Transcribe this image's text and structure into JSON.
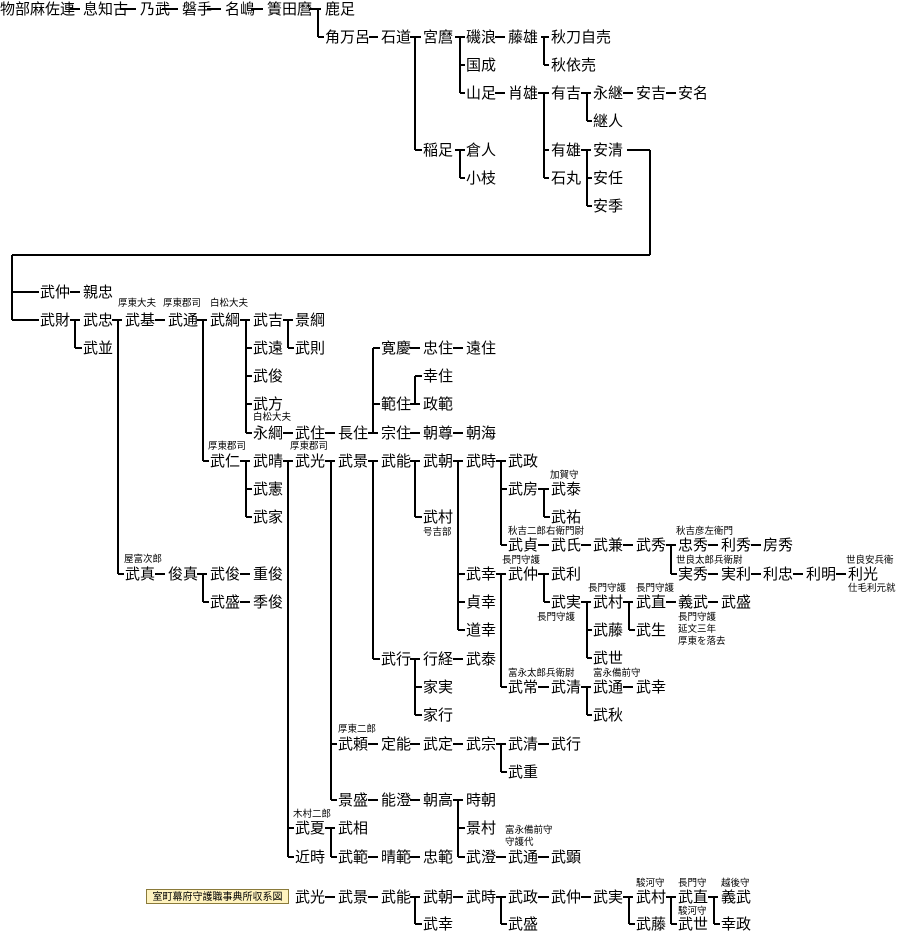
{
  "source_label": "室町幕府守護職事典所収系図",
  "nodes": [
    {
      "id": "n1",
      "name": "物部麻佐連"
    },
    {
      "id": "n2",
      "name": "息知古"
    },
    {
      "id": "n3",
      "name": "乃武"
    },
    {
      "id": "n4",
      "name": "磐手"
    },
    {
      "id": "n5",
      "name": "名嶋"
    },
    {
      "id": "n6",
      "name": "簀田麿"
    },
    {
      "id": "n7",
      "name": "鹿足"
    },
    {
      "id": "n8",
      "name": "角万呂"
    },
    {
      "id": "n9",
      "name": "石道"
    },
    {
      "id": "n10",
      "name": "宮麿"
    },
    {
      "id": "n11",
      "name": "磯浪"
    },
    {
      "id": "n12",
      "name": "藤雄"
    },
    {
      "id": "n13",
      "name": "秋刀自売"
    },
    {
      "id": "n14",
      "name": "秋依売"
    },
    {
      "id": "n15",
      "name": "国成"
    },
    {
      "id": "n16",
      "name": "山足"
    },
    {
      "id": "n17",
      "name": "肖雄"
    },
    {
      "id": "n18",
      "name": "有吉"
    },
    {
      "id": "n19",
      "name": "永継"
    },
    {
      "id": "n20",
      "name": "安吉"
    },
    {
      "id": "n21",
      "name": "安名"
    },
    {
      "id": "n22",
      "name": "継人"
    },
    {
      "id": "n23",
      "name": "稲足"
    },
    {
      "id": "n24",
      "name": "倉人"
    },
    {
      "id": "n25",
      "name": "小枝"
    },
    {
      "id": "n26",
      "name": "有雄"
    },
    {
      "id": "n27",
      "name": "安清"
    },
    {
      "id": "n28",
      "name": "石丸"
    },
    {
      "id": "n29",
      "name": "安任"
    },
    {
      "id": "n30",
      "name": "安季"
    },
    {
      "id": "n31",
      "name": "武仲"
    },
    {
      "id": "n32",
      "name": "親忠"
    },
    {
      "id": "n33",
      "name": "武財"
    },
    {
      "id": "n34",
      "name": "武忠"
    },
    {
      "id": "n35",
      "name": "武基"
    },
    {
      "id": "n36",
      "name": "武通"
    },
    {
      "id": "n37",
      "name": "武綱"
    },
    {
      "id": "n38",
      "name": "武吉"
    },
    {
      "id": "n39",
      "name": "景綱"
    },
    {
      "id": "n40",
      "name": "武則"
    },
    {
      "id": "n41",
      "name": "武遠"
    },
    {
      "id": "n42",
      "name": "武俊"
    },
    {
      "id": "n43",
      "name": "武方"
    },
    {
      "id": "n44",
      "name": "永綱"
    },
    {
      "id": "n45",
      "name": "武住"
    },
    {
      "id": "n46",
      "name": "長住"
    },
    {
      "id": "n47",
      "name": "武並"
    },
    {
      "id": "n48",
      "name": "寛慶"
    },
    {
      "id": "n49",
      "name": "忠住"
    },
    {
      "id": "n50",
      "name": "遠住"
    },
    {
      "id": "n51",
      "name": "範住"
    },
    {
      "id": "n52",
      "name": "幸住"
    },
    {
      "id": "n53",
      "name": "政範"
    },
    {
      "id": "n54",
      "name": "宗住"
    },
    {
      "id": "n55",
      "name": "朝尊"
    },
    {
      "id": "n56",
      "name": "朝海"
    },
    {
      "id": "n57",
      "name": "武仁"
    },
    {
      "id": "n58",
      "name": "武晴"
    },
    {
      "id": "n59",
      "name": "武光"
    },
    {
      "id": "n60",
      "name": "武景"
    },
    {
      "id": "n61",
      "name": "武能"
    },
    {
      "id": "n62",
      "name": "武朝"
    },
    {
      "id": "n63",
      "name": "武時"
    },
    {
      "id": "n64",
      "name": "武政"
    },
    {
      "id": "n65",
      "name": "武憲"
    },
    {
      "id": "n66",
      "name": "武房"
    },
    {
      "id": "n67",
      "name": "武泰"
    },
    {
      "id": "n68",
      "name": "武家"
    },
    {
      "id": "n69",
      "name": "武祐"
    },
    {
      "id": "n70",
      "name": "武村"
    },
    {
      "id": "n71",
      "name": "武貞"
    },
    {
      "id": "n72",
      "name": "武氏"
    },
    {
      "id": "n73",
      "name": "武兼"
    },
    {
      "id": "n74",
      "name": "武秀"
    },
    {
      "id": "n75",
      "name": "忠秀"
    },
    {
      "id": "n76",
      "name": "利秀"
    },
    {
      "id": "n77",
      "name": "房秀"
    },
    {
      "id": "n78",
      "name": "実秀"
    },
    {
      "id": "n79",
      "name": "実利"
    },
    {
      "id": "n80",
      "name": "利忠"
    },
    {
      "id": "n81",
      "name": "利明"
    },
    {
      "id": "n82",
      "name": "利光"
    },
    {
      "id": "n83",
      "name": "武真"
    },
    {
      "id": "n84",
      "name": "俊真"
    },
    {
      "id": "n85",
      "name": "武俊"
    },
    {
      "id": "n86",
      "name": "重俊"
    },
    {
      "id": "n87",
      "name": "武幸"
    },
    {
      "id": "n88",
      "name": "武仲"
    },
    {
      "id": "n89",
      "name": "武利"
    },
    {
      "id": "n90",
      "name": "武盛"
    },
    {
      "id": "n91",
      "name": "季俊"
    },
    {
      "id": "n92",
      "name": "貞幸"
    },
    {
      "id": "n93",
      "name": "武実"
    },
    {
      "id": "n94",
      "name": "武村"
    },
    {
      "id": "n95",
      "name": "武直"
    },
    {
      "id": "n96",
      "name": "義武"
    },
    {
      "id": "n97",
      "name": "武盛"
    },
    {
      "id": "n98",
      "name": "武藤"
    },
    {
      "id": "n99",
      "name": "武生"
    },
    {
      "id": "n100",
      "name": "道幸"
    },
    {
      "id": "n101",
      "name": "武世"
    },
    {
      "id": "n102",
      "name": "武行"
    },
    {
      "id": "n103",
      "name": "行経"
    },
    {
      "id": "n104",
      "name": "武泰"
    },
    {
      "id": "n105",
      "name": "家実"
    },
    {
      "id": "n106",
      "name": "家行"
    },
    {
      "id": "n107",
      "name": "武常"
    },
    {
      "id": "n108",
      "name": "武清"
    },
    {
      "id": "n109",
      "name": "武通"
    },
    {
      "id": "n110",
      "name": "武幸"
    },
    {
      "id": "n111",
      "name": "武秋"
    },
    {
      "id": "n112",
      "name": "武頼"
    },
    {
      "id": "n113",
      "name": "定能"
    },
    {
      "id": "n114",
      "name": "武定"
    },
    {
      "id": "n115",
      "name": "武宗"
    },
    {
      "id": "n116",
      "name": "武清"
    },
    {
      "id": "n117",
      "name": "武行"
    },
    {
      "id": "n118",
      "name": "武重"
    },
    {
      "id": "n119",
      "name": "景盛"
    },
    {
      "id": "n120",
      "name": "能澄"
    },
    {
      "id": "n121",
      "name": "朝高"
    },
    {
      "id": "n122",
      "name": "時朝"
    },
    {
      "id": "n123",
      "name": "景村"
    },
    {
      "id": "n124",
      "name": "武夏"
    },
    {
      "id": "n125",
      "name": "武相"
    },
    {
      "id": "n126",
      "name": "近時"
    },
    {
      "id": "n127",
      "name": "武範"
    },
    {
      "id": "n128",
      "name": "晴範"
    },
    {
      "id": "n129",
      "name": "忠範"
    },
    {
      "id": "n130",
      "name": "武澄"
    },
    {
      "id": "n131",
      "name": "武通"
    },
    {
      "id": "n132",
      "name": "武顕"
    },
    {
      "id": "n133",
      "name": "武光"
    },
    {
      "id": "n134",
      "name": "武景"
    },
    {
      "id": "n135",
      "name": "武能"
    },
    {
      "id": "n136",
      "name": "武朝"
    },
    {
      "id": "n137",
      "name": "武時"
    },
    {
      "id": "n138",
      "name": "武政"
    },
    {
      "id": "n139",
      "name": "武仲"
    },
    {
      "id": "n140",
      "name": "武実"
    },
    {
      "id": "n141",
      "name": "武村"
    },
    {
      "id": "n142",
      "name": "武直"
    },
    {
      "id": "n143",
      "name": "義武"
    },
    {
      "id": "n144",
      "name": "武幸"
    },
    {
      "id": "n145",
      "name": "武盛"
    },
    {
      "id": "n146",
      "name": "武藤"
    },
    {
      "id": "n147",
      "name": "武世"
    },
    {
      "id": "n148",
      "name": "幸政"
    }
  ],
  "notes": [
    {
      "id": "t1",
      "text": "厚東大夫"
    },
    {
      "id": "t2",
      "text": "厚東郡司"
    },
    {
      "id": "t3",
      "text": "白松大夫"
    },
    {
      "id": "t4",
      "text": "白松大夫"
    },
    {
      "id": "t5",
      "text": "厚東郡司"
    },
    {
      "id": "t6",
      "text": "厚東郡司"
    },
    {
      "id": "t7",
      "text": "加賀守"
    },
    {
      "id": "t8",
      "text": "号吉部"
    },
    {
      "id": "t9",
      "text": "秋吉二郎右衛門尉"
    },
    {
      "id": "t10",
      "text": "秋吉彦左衛門"
    },
    {
      "id": "t11",
      "text": "世良太郎兵衛尉"
    },
    {
      "id": "t12",
      "text": "世良安兵衛"
    },
    {
      "id": "t13",
      "text": "仕毛利元就"
    },
    {
      "id": "t14",
      "text": "屋富次郎"
    },
    {
      "id": "t15",
      "text": "長門守護"
    },
    {
      "id": "t16",
      "text": "長門守護"
    },
    {
      "id": "t17",
      "text": "長門守護"
    },
    {
      "id": "t18",
      "text": "長門守護"
    },
    {
      "id": "t19",
      "text": "長門守護"
    },
    {
      "id": "t20",
      "text": "延文三年"
    },
    {
      "id": "t21",
      "text": "厚東を落去"
    },
    {
      "id": "t22",
      "text": "富永太郎兵衛尉"
    },
    {
      "id": "t23",
      "text": "富永備前守"
    },
    {
      "id": "t24",
      "text": "厚東二郎"
    },
    {
      "id": "t25",
      "text": "木村二郎"
    },
    {
      "id": "t26",
      "text": "富永備前守"
    },
    {
      "id": "t27",
      "text": "守護代"
    },
    {
      "id": "t28",
      "text": "駿河守"
    },
    {
      "id": "t29",
      "text": "長門守"
    },
    {
      "id": "t30",
      "text": "越後守"
    },
    {
      "id": "t31",
      "text": "駿河守"
    }
  ]
}
